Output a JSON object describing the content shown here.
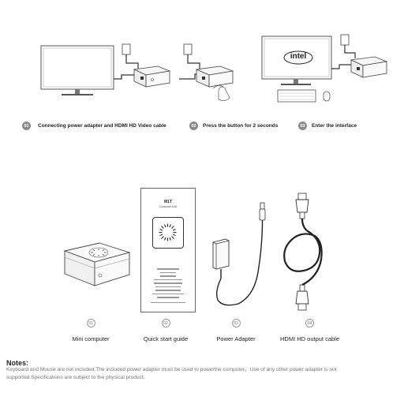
{
  "steps": [
    {
      "num": "01",
      "label": "Connecting power adapter and HDMI HD Video cable"
    },
    {
      "num": "02",
      "label": "Press the button for 2 seconds"
    },
    {
      "num": "03",
      "label": "Enter the interface"
    }
  ],
  "intel_logo": "intel",
  "guide_booklet": {
    "title": "M1T",
    "subtitle": "Computer Unit"
  },
  "items": [
    {
      "num": "01",
      "label": "Mini computer"
    },
    {
      "num": "02",
      "label": "Quick start guide"
    },
    {
      "num": "03",
      "label": "Power Adapter"
    },
    {
      "num": "04",
      "label": "HDMI HD output cable"
    }
  ],
  "notes": {
    "title": "Notes:",
    "text": "Keyboard and Mouse are not included.The included power adapter must be used to powerthe computer。Use of any other power adapter is not supported.Specifications are subject to the physical product."
  }
}
